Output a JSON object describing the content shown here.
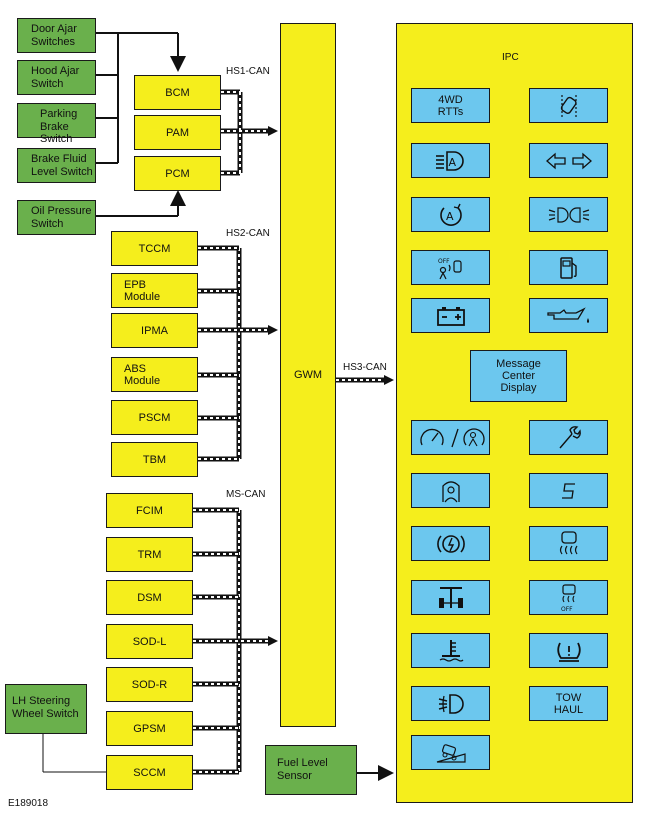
{
  "sensors": {
    "door_ajar": [
      "Door Ajar",
      "Switches"
    ],
    "hood_ajar": [
      "Hood Ajar",
      "Switch"
    ],
    "parking_brake": [
      "Parking",
      "Brake Switch"
    ],
    "brake_fluid": [
      "Brake Fluid",
      "Level Switch"
    ],
    "oil_pressure": [
      "Oil Pressure",
      "Switch"
    ],
    "lh_steering": [
      "LH Steering",
      "Wheel Switch"
    ],
    "fuel_level": [
      "Fuel Level",
      "Sensor"
    ]
  },
  "buses": {
    "hs1": "HS1-CAN",
    "hs2": "HS2-CAN",
    "ms": "MS-CAN",
    "hs3": "HS3-CAN"
  },
  "hs1_modules": [
    "BCM",
    "PAM",
    "PCM"
  ],
  "hs2_modules": [
    [
      "TCCM"
    ],
    [
      "EPB",
      "Module"
    ],
    [
      "IPMA"
    ],
    [
      "ABS",
      "Module"
    ],
    [
      "PSCM"
    ],
    [
      "TBM"
    ]
  ],
  "ms_modules": [
    "FCIM",
    "TRM",
    "DSM",
    "SOD-L",
    "SOD-R",
    "GPSM",
    "SCCM"
  ],
  "gwm": "GWM",
  "ipc": {
    "title": "IPC",
    "message_center": [
      "Message",
      "Center",
      "Display"
    ],
    "indicators": [
      {
        "icon": "4wd-rtts-text",
        "text": [
          "4WD",
          "RTTs"
        ]
      },
      {
        "icon": "lane-keeping-icon"
      },
      {
        "icon": "auto-high-beam-icon"
      },
      {
        "icon": "turn-signal-icon"
      },
      {
        "icon": "auto-start-stop-icon"
      },
      {
        "icon": "side-lamps-icon"
      },
      {
        "icon": "airbag-off-icon",
        "text": [
          "OFF"
        ]
      },
      {
        "icon": "fuel-pump-icon"
      },
      {
        "icon": "battery-icon"
      },
      {
        "icon": "oil-pressure-icon"
      },
      {
        "icon": "speed-limiter-icon"
      },
      {
        "icon": "wrench-icon"
      },
      {
        "icon": "driver-assist-icon"
      },
      {
        "icon": "s-mode-icon"
      },
      {
        "icon": "brake-warning-icon"
      },
      {
        "icon": "stability-control-icon"
      },
      {
        "icon": "trailer-icon"
      },
      {
        "icon": "stability-off-icon",
        "text": [
          "OFF"
        ]
      },
      {
        "icon": "coolant-temp-icon"
      },
      {
        "icon": "tire-pressure-icon"
      },
      {
        "icon": "front-fog-icon"
      },
      {
        "icon": "tow-haul-text",
        "text": [
          "TOW",
          "HAUL"
        ]
      },
      {
        "icon": "hill-descent-icon"
      }
    ]
  },
  "figure_id": "E189018"
}
